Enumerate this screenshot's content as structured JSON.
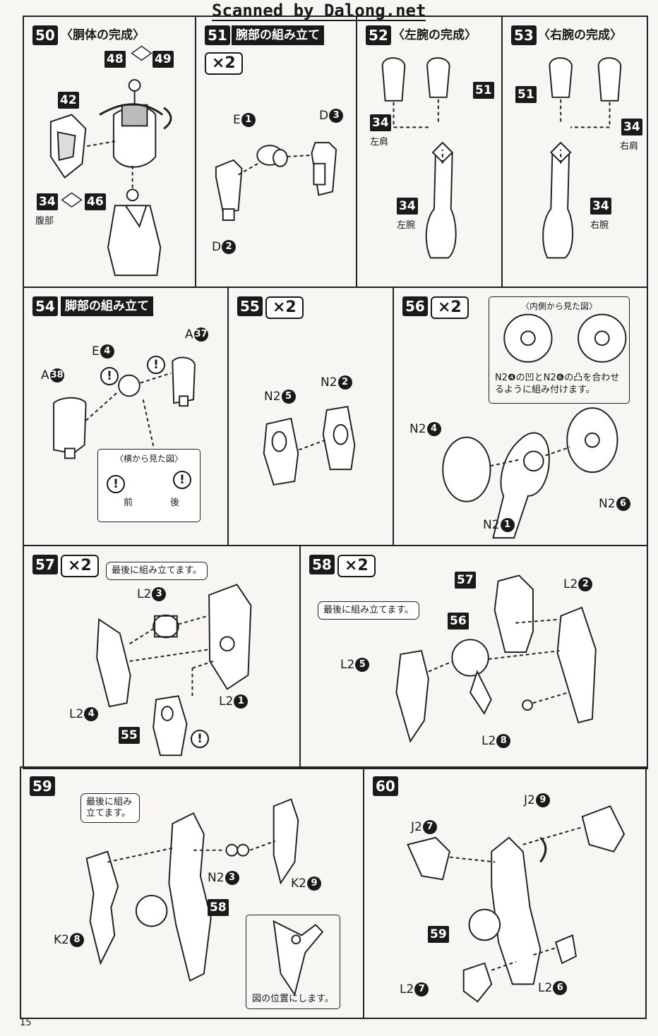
{
  "watermark": "Scanned by Dalong.net",
  "page_number": "15",
  "steps": {
    "s50": {
      "num": "50",
      "title": "〈胴体の完成〉",
      "tags": [
        "48",
        "49",
        "42",
        "34",
        "46"
      ],
      "sub": "腹部"
    },
    "s51": {
      "num": "51",
      "title": "腕部の組み立て",
      "mult": "×2",
      "labels": [
        {
          "t": "E",
          "n": "1"
        },
        {
          "t": "D",
          "n": "3"
        },
        {
          "t": "D",
          "n": "2"
        }
      ]
    },
    "s52": {
      "num": "52",
      "title": "〈左腕の完成〉",
      "tags": [
        "34",
        "51",
        "34"
      ],
      "subs": [
        "左肩",
        "左腕"
      ]
    },
    "s53": {
      "num": "53",
      "title": "〈右腕の完成〉",
      "tags": [
        "51",
        "34",
        "34"
      ],
      "subs": [
        "右肩",
        "右腕"
      ]
    },
    "s54": {
      "num": "54",
      "title": "脚部の組み立て",
      "labels": [
        {
          "t": "E",
          "n": "4"
        },
        {
          "t": "A",
          "n": "37"
        },
        {
          "t": "A",
          "n": "38"
        }
      ],
      "inset_title": "〈横から見た図〉",
      "front": "前",
      "back": "後"
    },
    "s55": {
      "num": "55",
      "mult": "×2",
      "labels": [
        {
          "t": "N2",
          "n": "5"
        },
        {
          "t": "N2",
          "n": "2"
        }
      ]
    },
    "s56": {
      "num": "56",
      "mult": "×2",
      "inset_title": "〈内側から見た図〉",
      "inset_note": "N2❹の凹とN2❻の凸を合わせるように組み付けます。",
      "labels": [
        {
          "t": "N2",
          "n": "4"
        },
        {
          "t": "N2",
          "n": "6"
        },
        {
          "t": "N2",
          "n": "1"
        }
      ]
    },
    "s57": {
      "num": "57",
      "mult": "×2",
      "note": "最後に組み立てます。",
      "labels": [
        {
          "t": "L2",
          "n": "3"
        },
        {
          "t": "L2",
          "n": "4"
        },
        {
          "t": "L2",
          "n": "1"
        }
      ],
      "tags": [
        "55"
      ]
    },
    "s58": {
      "num": "58",
      "mult": "×2",
      "note": "最後に組み立てます。",
      "labels": [
        {
          "t": "L2",
          "n": "2"
        },
        {
          "t": "L2",
          "n": "5"
        },
        {
          "t": "L2",
          "n": "8"
        }
      ],
      "tags": [
        "57",
        "56"
      ]
    },
    "s59": {
      "num": "59",
      "note": "最後に組み立てます。",
      "labels": [
        {
          "t": "N2",
          "n": "3"
        },
        {
          "t": "K2",
          "n": "9"
        },
        {
          "t": "K2",
          "n": "8"
        }
      ],
      "tags": [
        "58"
      ],
      "inset_caption": "図の位置にします。"
    },
    "s60": {
      "num": "60",
      "labels": [
        {
          "t": "J2",
          "n": "9"
        },
        {
          "t": "J2",
          "n": "7"
        },
        {
          "t": "L2",
          "n": "7"
        },
        {
          "t": "L2",
          "n": "6"
        }
      ],
      "tags": [
        "59"
      ]
    }
  }
}
